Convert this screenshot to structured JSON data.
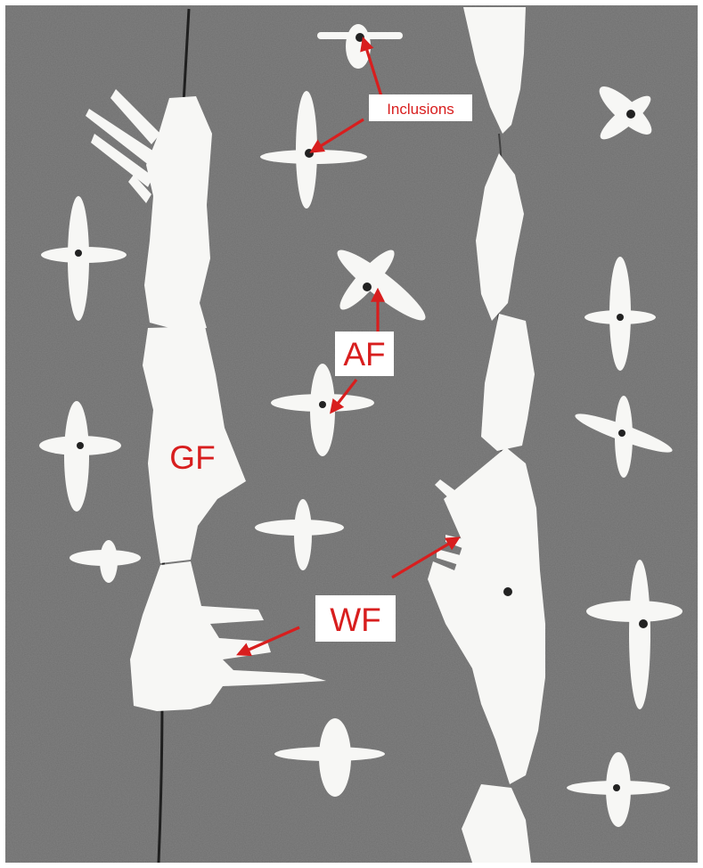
{
  "figure": {
    "labels": {
      "inclusions": "Inclusions",
      "af": "AF",
      "gf": "GF",
      "wf": "WF"
    },
    "colors": {
      "matrix": "#6f6f6f",
      "ferrite": "#f7f7f5",
      "label": "#d81e1e",
      "label_box": "#ffffff",
      "inclusion": "#222222"
    }
  }
}
